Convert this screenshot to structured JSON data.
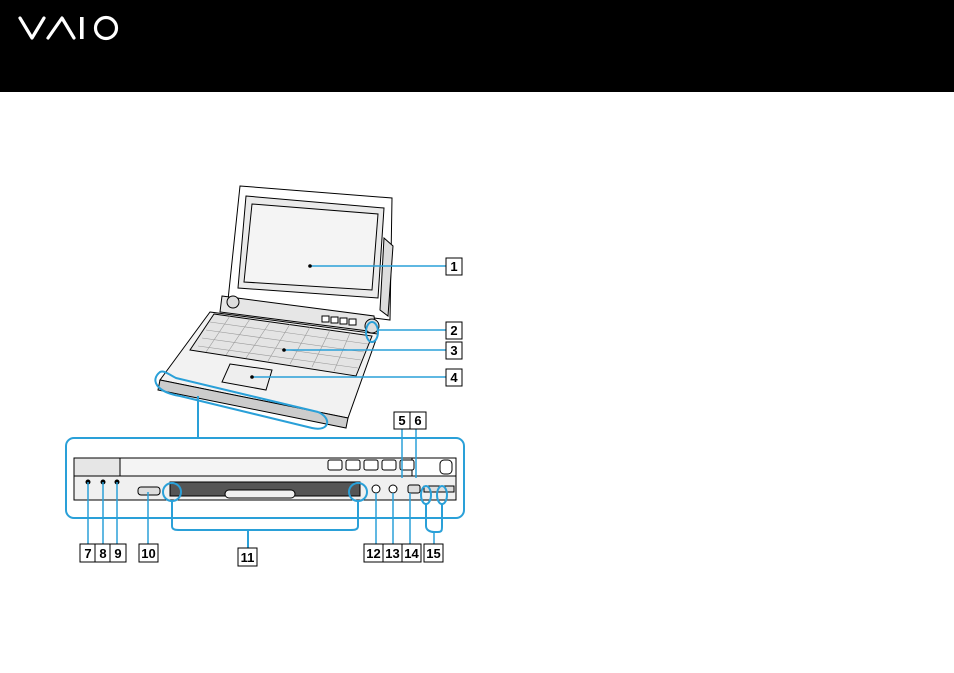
{
  "header": {
    "logo_text": "VAIO",
    "logo_icon": "vaio-logo",
    "background": "#000000"
  },
  "figure": {
    "callouts": [
      {
        "id": "1",
        "label": "1"
      },
      {
        "id": "2",
        "label": "2"
      },
      {
        "id": "3",
        "label": "3"
      },
      {
        "id": "4",
        "label": "4"
      },
      {
        "id": "5",
        "label": "5"
      },
      {
        "id": "6",
        "label": "6"
      },
      {
        "id": "7",
        "label": "7"
      },
      {
        "id": "8",
        "label": "8"
      },
      {
        "id": "9",
        "label": "9"
      },
      {
        "id": "10",
        "label": "10"
      },
      {
        "id": "11",
        "label": "11"
      },
      {
        "id": "12",
        "label": "12"
      },
      {
        "id": "13",
        "label": "13"
      },
      {
        "id": "14",
        "label": "14"
      },
      {
        "id": "15",
        "label": "15"
      }
    ]
  }
}
